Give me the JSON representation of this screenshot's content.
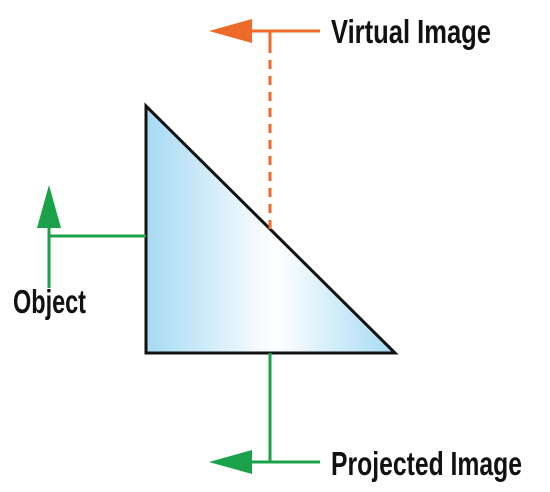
{
  "labels": {
    "virtual_image": "Virtual Image",
    "object": "Object",
    "projected_image": "Projected Image"
  },
  "colors": {
    "object_ray": "#1aa24a",
    "virtual_ray": "#ee6a28",
    "prism_outline": "#111111",
    "prism_fill_edge": "#a9dcf4",
    "prism_fill_center": "#ffffff",
    "text": "#111111"
  }
}
